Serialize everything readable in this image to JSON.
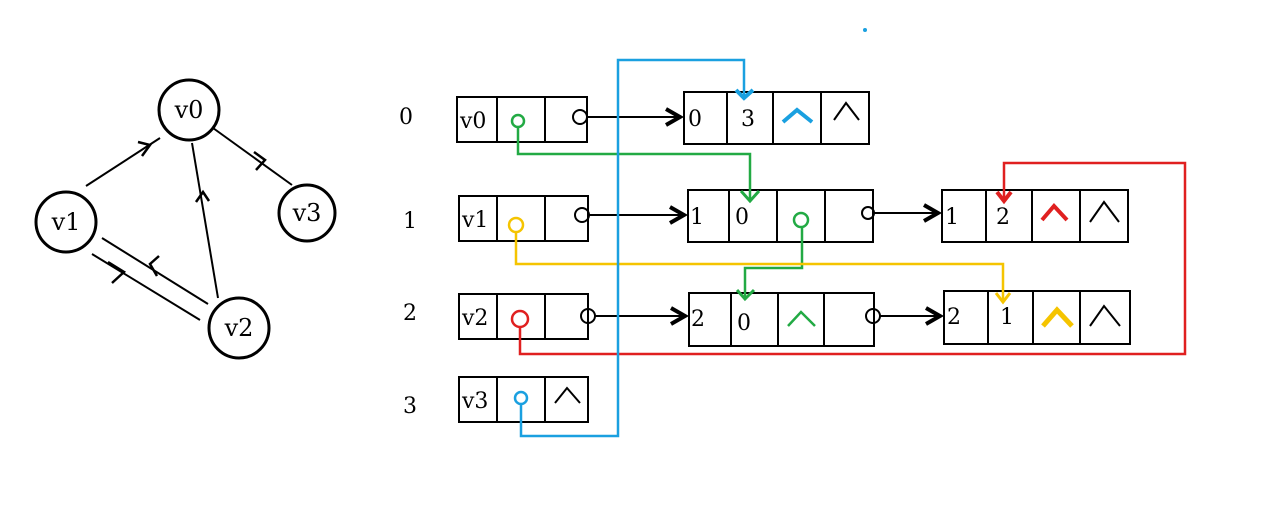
{
  "graph": {
    "nodes": [
      {
        "label": "v0"
      },
      {
        "label": "v1"
      },
      {
        "label": "v2"
      },
      {
        "label": "v3"
      }
    ]
  },
  "list": {
    "indices": [
      "0",
      "1",
      "2",
      "3"
    ],
    "vertices": [
      "v0",
      "v1",
      "v2",
      "v3"
    ],
    "arcs": [
      {
        "tail": "0",
        "head": "3"
      },
      {
        "tail": "1",
        "head": "0"
      },
      {
        "tail": "1",
        "head": "2"
      },
      {
        "tail": "2",
        "head": "0"
      },
      {
        "tail": "2",
        "head": "1"
      }
    ],
    "null_symbol": "^"
  },
  "colors": {
    "green": "#22aa44",
    "yellow": "#f5c400",
    "red": "#e02020",
    "blue": "#1aa0e0",
    "black": "#000000"
  }
}
